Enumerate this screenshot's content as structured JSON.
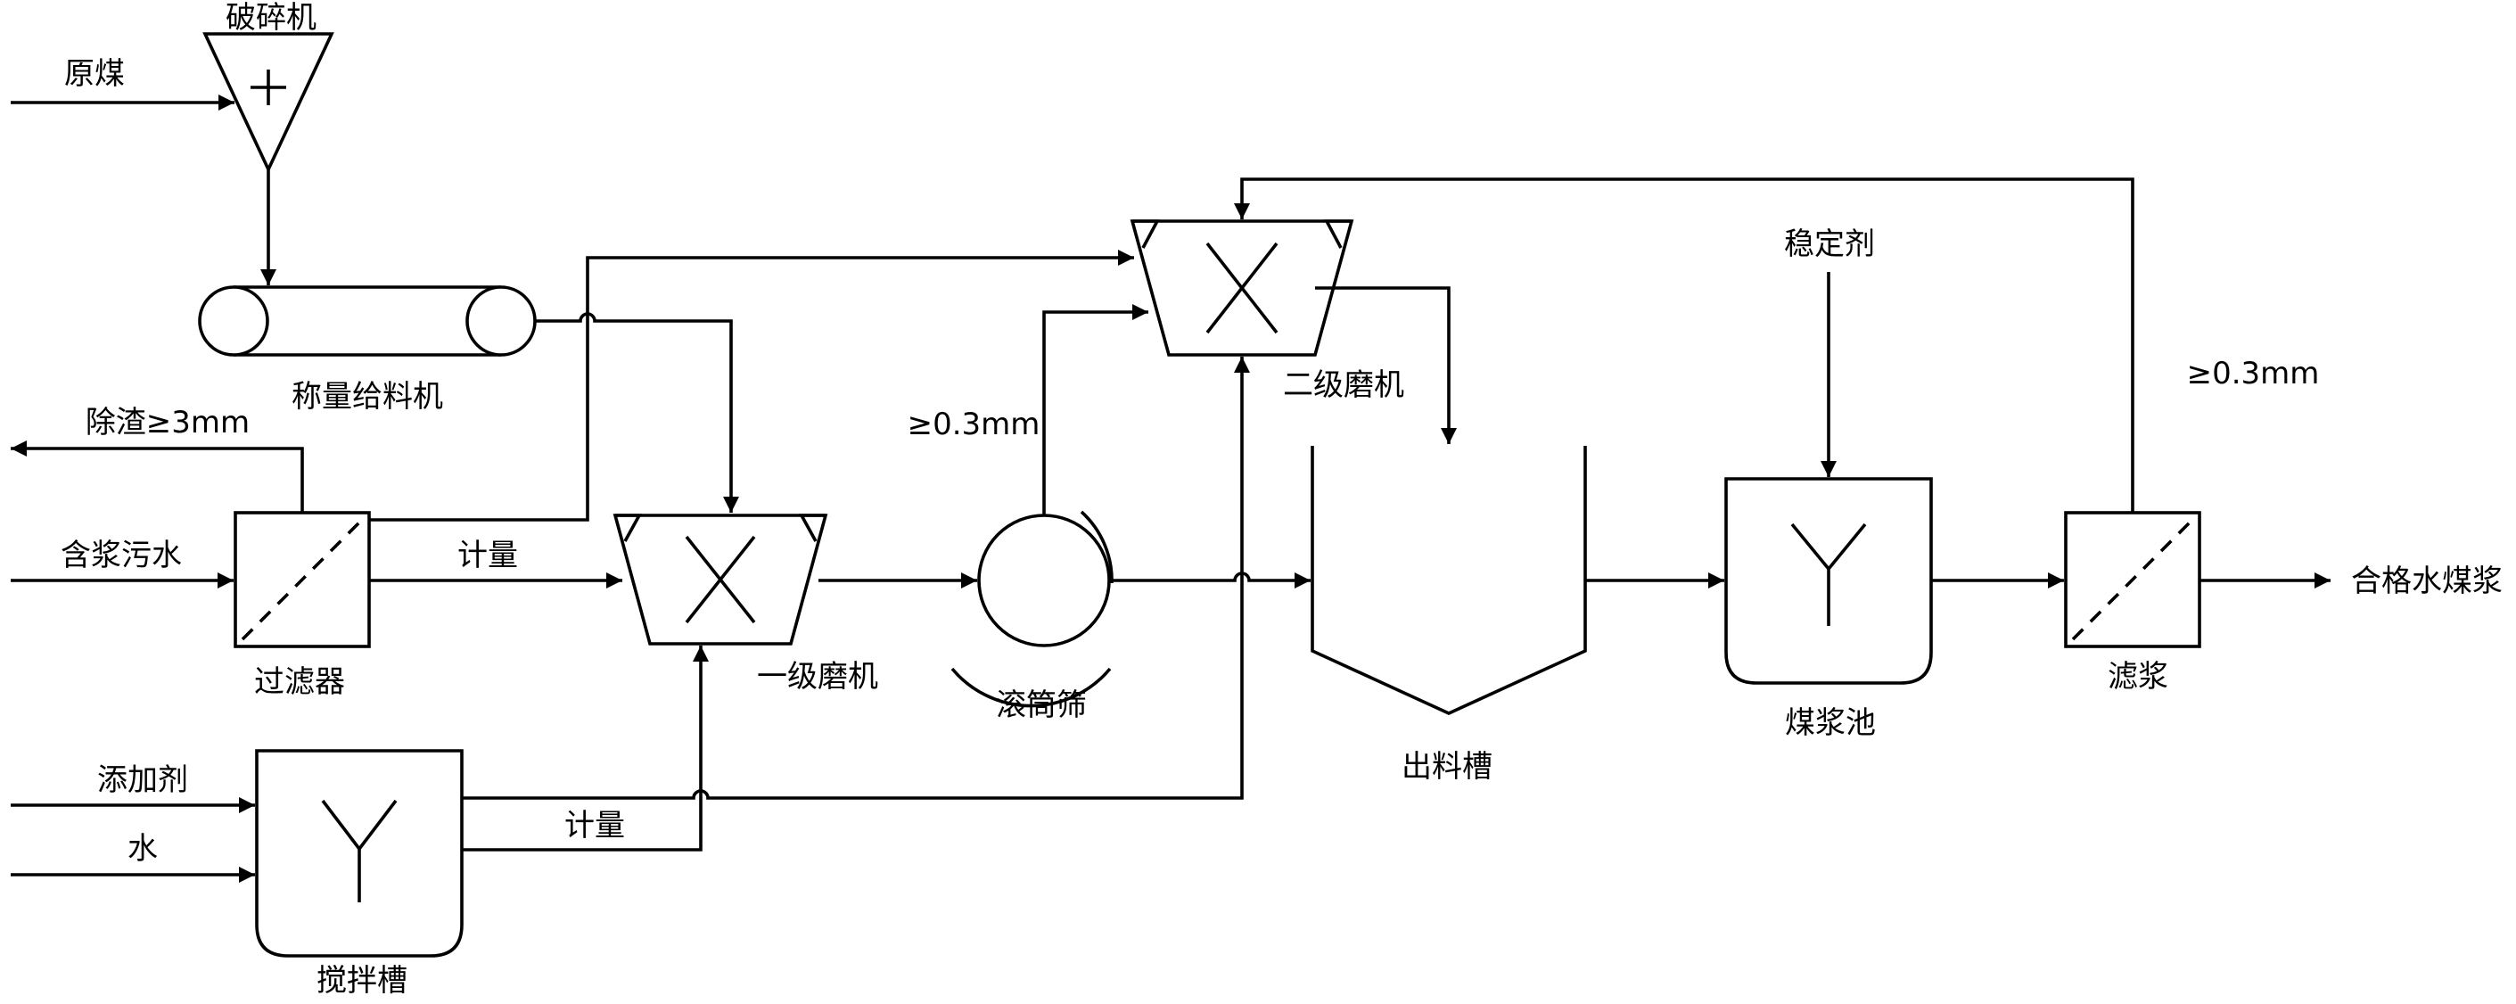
{
  "labels": {
    "raw_coal": "原煤",
    "crusher": "破碎机",
    "weigh_feeder": "称量给料机",
    "slag_removal": "除渣≥3mm",
    "wastewater": "含浆污水",
    "filter": "过滤器",
    "metering_1": "计量",
    "primary_mill": "一级磨机",
    "drum_screen": "滚筒筛",
    "screen_size_1": "≥0.3mm",
    "secondary_mill": "二级磨机",
    "discharge_tank": "出料槽",
    "stabilizer": "稳定剂",
    "slurry_pool": "煤浆池",
    "screen_size_2": "≥0.3mm",
    "slurry_filter": "滤浆",
    "product": "合格水煤浆",
    "additive": "添加剂",
    "water": "水",
    "mixing_tank": "搅拌槽",
    "metering_2": "计量"
  }
}
